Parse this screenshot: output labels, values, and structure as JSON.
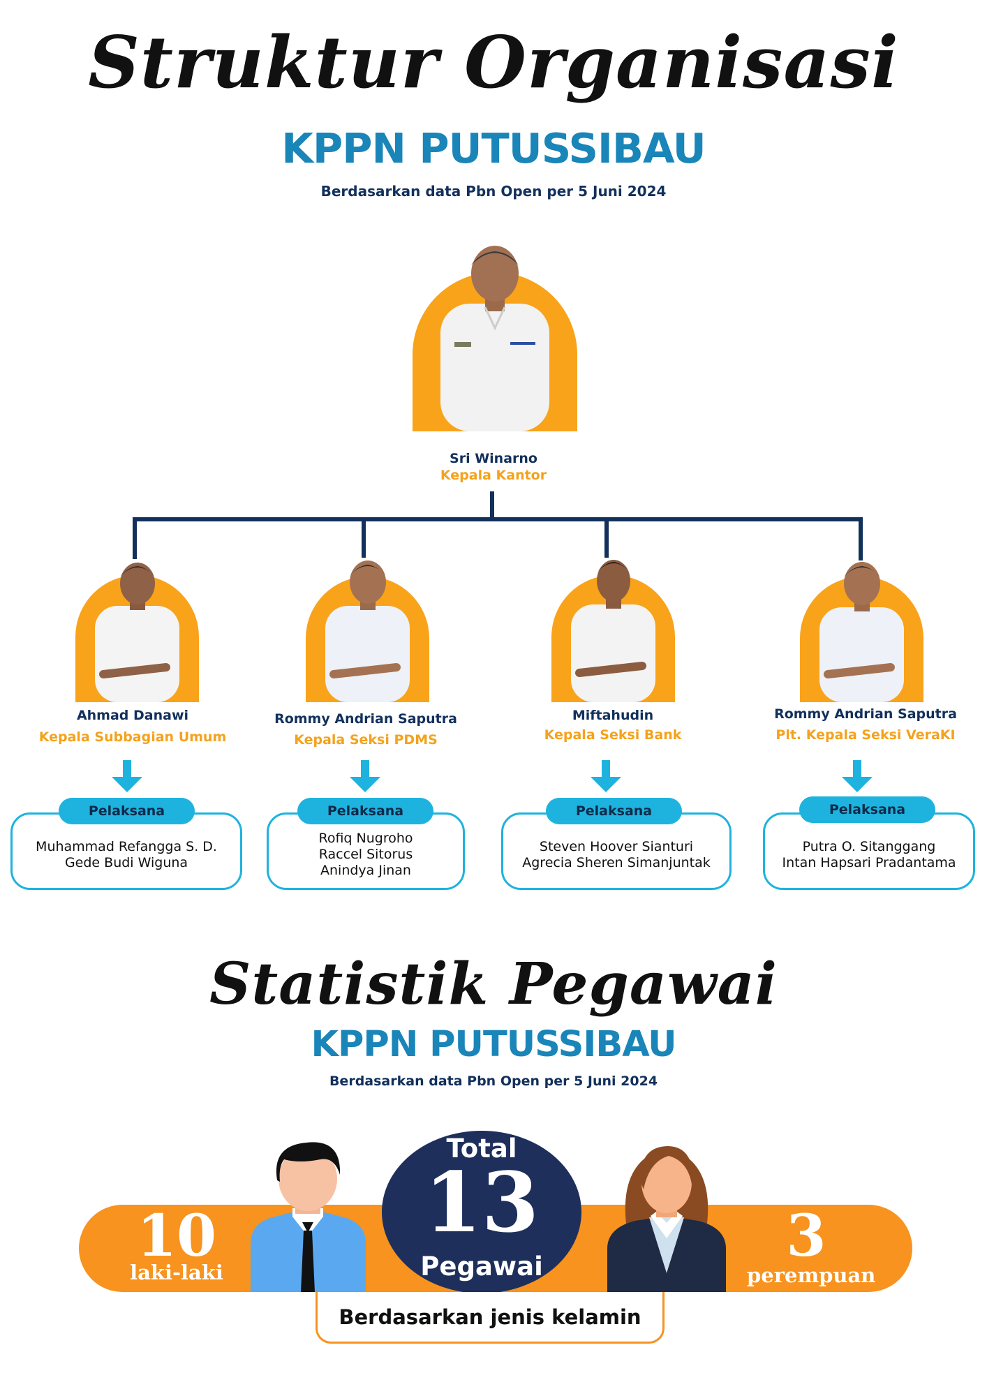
{
  "header": {
    "title": "Struktur Organisasi",
    "org": "KPPN PUTUSSIBAU",
    "subtitle": "Berdasarkan data Pbn Open per 5 Juni 2024"
  },
  "head": {
    "name": "Sri Winarno",
    "role": "Kepala Kantor"
  },
  "units": [
    {
      "name": "Ahmad Danawi",
      "role": "Kepala Subbagian Umum",
      "tag": "Pelaksana",
      "staff": [
        "Muhammad Refangga S. D.",
        "Gede Budi Wiguna"
      ]
    },
    {
      "name": "Rommy Andrian Saputra",
      "role": "Kepala Seksi PDMS",
      "tag": "Pelaksana",
      "staff": [
        "Rofiq Nugroho",
        "Raccel Sitorus",
        "Anindya Jinan"
      ]
    },
    {
      "name": "Miftahudin",
      "role": "Kepala Seksi Bank",
      "tag": "Pelaksana",
      "staff": [
        "Steven Hoover Sianturi",
        "Agrecia Sheren Simanjuntak"
      ]
    },
    {
      "name": "Rommy Andrian Saputra",
      "role": "Plt. Kepala Seksi VeraKI",
      "tag": "Pelaksana",
      "staff": [
        "Putra O. Sitanggang",
        "Intan Hapsari Pradantama"
      ]
    }
  ],
  "stats": {
    "title": "Statistik Pegawai",
    "org": "KPPN PUTUSSIBAU",
    "subtitle": "Berdasarkan data Pbn Open per 5 Juni 2024",
    "total_label": "Total",
    "total": "13",
    "total_unit": "Pegawai",
    "male_count": "10",
    "male_label": "laki-laki",
    "female_count": "3",
    "female_label": "perempuan",
    "caption": "Berdasarkan jenis kelamin"
  },
  "colors": {
    "orange": "#f9a31a",
    "navy": "#12305c",
    "teal": "#1a85b8",
    "cyan": "#1eb3de",
    "dark_circle": "#1e2f5c"
  }
}
